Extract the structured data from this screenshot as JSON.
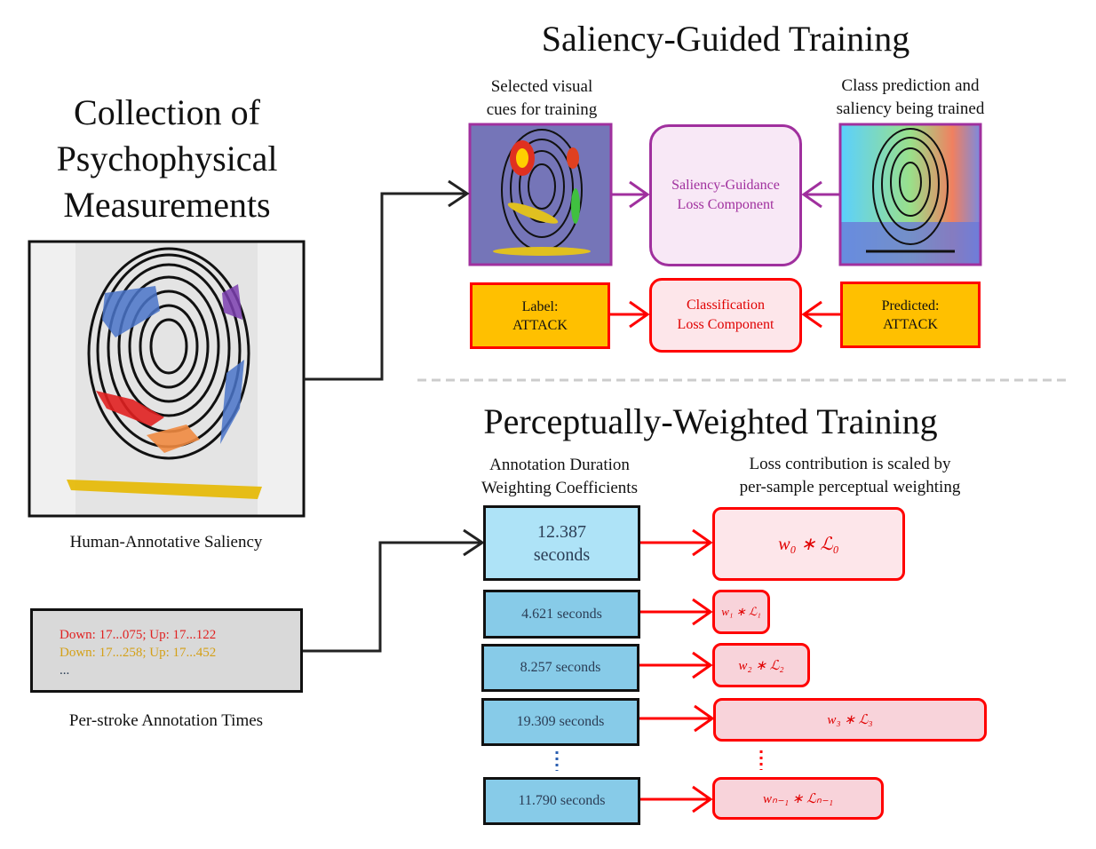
{
  "left": {
    "title_lines": [
      "Collection of",
      "Psychophysical",
      "Measurements"
    ],
    "saliency_caption": "Human-Annotative Saliency",
    "times_lines": [
      "Down: 17...075; Up: 17...122",
      "Down: 17...258; Up: 17...452",
      "..."
    ],
    "times_colors": [
      "#e02020",
      "#d4a017",
      "#2b3d55"
    ],
    "times_caption": "Per-stroke Annotation Times"
  },
  "saliency_guided": {
    "title": "Saliency-Guided Training",
    "left_caption": [
      "Selected visual",
      "cues for training"
    ],
    "right_caption": [
      "Class prediction and",
      "saliency being trained"
    ],
    "loss_box": [
      "Saliency-Guidance",
      "Loss Component"
    ],
    "label_box": [
      "Label:",
      "ATTACK"
    ],
    "class_loss_box": [
      "Classification",
      "Loss Component"
    ],
    "predicted_box": [
      "Predicted:",
      "ATTACK"
    ]
  },
  "perceptual": {
    "title": "Perceptually-Weighted Training",
    "left_caption": [
      "Annotation Duration",
      "Weighting Coefficients"
    ],
    "right_caption": [
      "Loss contribution is scaled by",
      "per-sample perceptual weighting"
    ],
    "durations": [
      "12.387",
      "seconds",
      "4.621 seconds",
      "8.257 seconds",
      "19.309 seconds",
      "11.790 seconds"
    ],
    "losses": [
      "w₀ ∗ ℒ₀",
      "w₁ ∗ ℒ₁",
      "w₂ ∗ ℒ₂",
      "w₃ ∗ ℒ₃",
      "wₙ₋₁ ∗ ℒₙ₋₁"
    ],
    "ellipsis": "⋮"
  },
  "colors": {
    "purple": "#a0309e",
    "red": "#ff0000",
    "orange": "#ffc000",
    "blue": "#87cbe8",
    "lightblue": "#aee3f7"
  }
}
